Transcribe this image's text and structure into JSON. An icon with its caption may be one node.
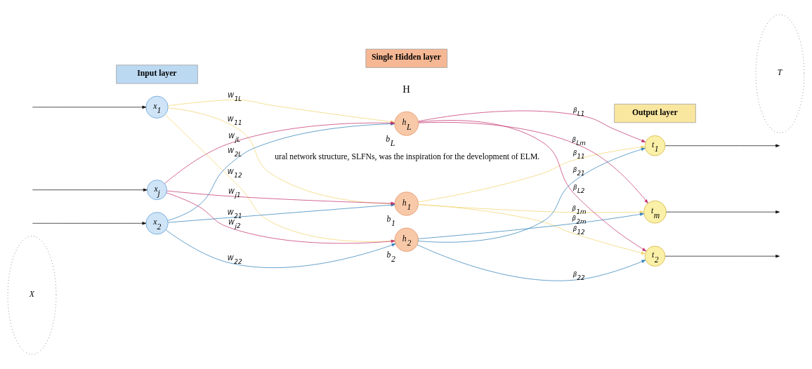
{
  "diagram": {
    "nodes": [
      {
        "text": [
          "X"
        ]
      },
      {
        "text": [
          "x$_{1}$"
        ]
      },
      {
        "text": [
          "x$_{2}$"
        ]
      },
      {
        "text": [
          "x$_{j}$"
        ]
      },
      {
        "text": [
          "h$_{1}$"
        ],
        "beside": [
          "b$_{1}$"
        ]
      },
      {
        "text": [
          "h$_{2}$"
        ],
        "beside": [
          "b$_{2}$"
        ]
      },
      {
        "text": [
          "h$_{L}$"
        ],
        "beside": [
          "b$_{L}$"
        ]
      },
      {
        "text": [
          "t$_{1}$"
        ]
      },
      {
        "text": [
          "t$_{2}$"
        ]
      },
      {
        "text": [
          "t$_{m}$"
        ]
      },
      {
        "text": [
          "T"
        ]
      }
    ],
    "edges": [
      {
        "from": null,
        "to": 1,
        "arrow": "to"
      },
      {
        "from": null,
        "to": 2,
        "arrow": "to"
      },
      {
        "from": null,
        "to": 3,
        "arrow": "to"
      },
      {
        "from": 1,
        "to": 4,
        "arrow": "to",
        "label": "W$_{11}$",
        "color": "#f2d36b"
      },
      {
        "from": 1,
        "to": 5,
        "arrow": "to",
        "label": "W$_{12}$",
        "color": "#f2d36b"
      },
      {
        "from": 1,
        "to": 6,
        "arrow": "to",
        "label": "W$_{1L}$",
        "color": "#f2d36b"
      },
      {
        "from": 2,
        "to": 4,
        "arrow": "to",
        "label": "W$_{21}$",
        "color": "#2f80b8"
      },
      {
        "from": 2,
        "to": 5,
        "arrow": "to",
        "label": "W$_{22}$",
        "color": "#2f80b8"
      },
      {
        "from": 2,
        "to": 6,
        "arrow": "to",
        "label": "W$_{2L}$",
        "color": "#2f80b8"
      },
      {
        "from": 3,
        "to": 4,
        "arrow": "to",
        "label": "W$_{j1}$",
        "color": "#c2306e"
      },
      {
        "from": 3,
        "to": 5,
        "arrow": "to",
        "label": "W$_{j2}$",
        "color": "#c2306e"
      },
      {
        "from": 3,
        "to": 6,
        "arrow": "to",
        "label": "W$_{jL}$",
        "color": "#c2306e"
      },
      {
        "from": 4,
        "to": 7,
        "arrow": "to",
        "label": "β$_{11}$",
        "color": "#f2d36b"
      },
      {
        "from": 4,
        "to": 8,
        "arrow": "to",
        "label": "β$_{12}$",
        "color": "#f2d36b"
      },
      {
        "from": 4,
        "to": 9,
        "arrow": "to",
        "label": "β$_{1m}$",
        "color": "#f2d36b"
      },
      {
        "from": 5,
        "to": 7,
        "arrow": "to",
        "label": "β$_{21}$",
        "color": "#2f80b8"
      },
      {
        "from": 5,
        "to": 8,
        "arrow": "to",
        "label": "β$_{22}$",
        "color": "#2f80b8"
      },
      {
        "from": 5,
        "to": 9,
        "arrow": "to",
        "label": "β$_{2m}$",
        "color": "#2f80b8"
      },
      {
        "from": 6,
        "to": 7,
        "arrow": "to",
        "label": "β$_{L1}$",
        "color": "#c2306e"
      },
      {
        "from": 6,
        "to": 8,
        "arrow": "to",
        "label": "β$_{L2}$",
        "color": "#c2306e"
      },
      {
        "from": 6,
        "to": 9,
        "arrow": "to",
        "label": "β$_{Lm}$",
        "color": "#c2306e"
      },
      {
        "from": 7,
        "to": null,
        "arrow": "to"
      },
      {
        "from": 8,
        "to": null,
        "arrow": "to"
      },
      {
        "from": 9,
        "to": null,
        "arrow": "to"
      }
    ],
    "labels": [
      "ural network structure, SLFNs, was the inspiration for the development of ELM.",
      "H"
    ],
    "legend": [
      {
        "text": "Input layer",
        "color": "#bcd9f2"
      },
      {
        "text": "Single Hidden layer",
        "color": "#f6b894"
      },
      {
        "text": "Output layer",
        "color": "#f9e7a0"
      }
    ]
  }
}
